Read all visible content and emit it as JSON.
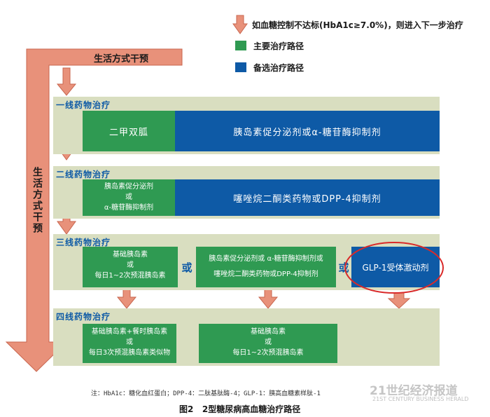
{
  "legend": {
    "escalate_text": "如血糖控制不达标(HbA1c≥7.0%)，则进入下一步治疗",
    "primary_label": "主要治疗路径",
    "alternate_label": "备选治疗路径",
    "colors": {
      "primary": "#2f9a52",
      "alternate": "#0e5aa6",
      "arrow": "#e8917a"
    }
  },
  "lifestyle": {
    "top_label": "生活方式干预",
    "side_label": "生活方式干预"
  },
  "tiers": {
    "t1": {
      "header": "一线药物治疗",
      "primary": "二甲双胍",
      "alternate": "胰岛素促分泌剂或α-糖苷酶抑制剂"
    },
    "t2": {
      "header": "二线药物治疗",
      "primary_l1": "胰岛素促分泌剂",
      "primary_l2": "或",
      "primary_l3": "α-糖苷酶抑制剂",
      "alternate": "噻唑烷二酮类药物或DPP-4抑制剂"
    },
    "t3": {
      "header": "三线药物治疗",
      "primary_l1": "基础胰岛素",
      "primary_l2": "或",
      "primary_l3": "每日1~2次预混胰岛素",
      "or1": "或",
      "middle_l1": "胰岛素促分泌剂或 α-糖苷酶抑制剂或",
      "middle_l2": "噻唑烷二酮类药物或DPP-4抑制剂",
      "or2": "或",
      "alternate": "GLP-1受体激动剂"
    },
    "t4": {
      "header": "四线药物治疗",
      "left_l1": "基础胰岛素+餐时胰岛素",
      "left_l2": "或",
      "left_l3": "每日3次预混胰岛素类似物",
      "right_l1": "基础胰岛素",
      "right_l2": "或",
      "right_l3": "每日1~2次预混胰岛素"
    }
  },
  "note": "注：HbA1c：糖化血红蛋白；DPP-4：二肽基肽酶-4；GLP-1：胰高血糖素样肽-1",
  "caption": "图2   2型糖尿病高血糖治疗路径",
  "watermark": {
    "line1": "21世纪经济报道",
    "line2": "21ST CENTURY BUSINESS HERALD"
  }
}
